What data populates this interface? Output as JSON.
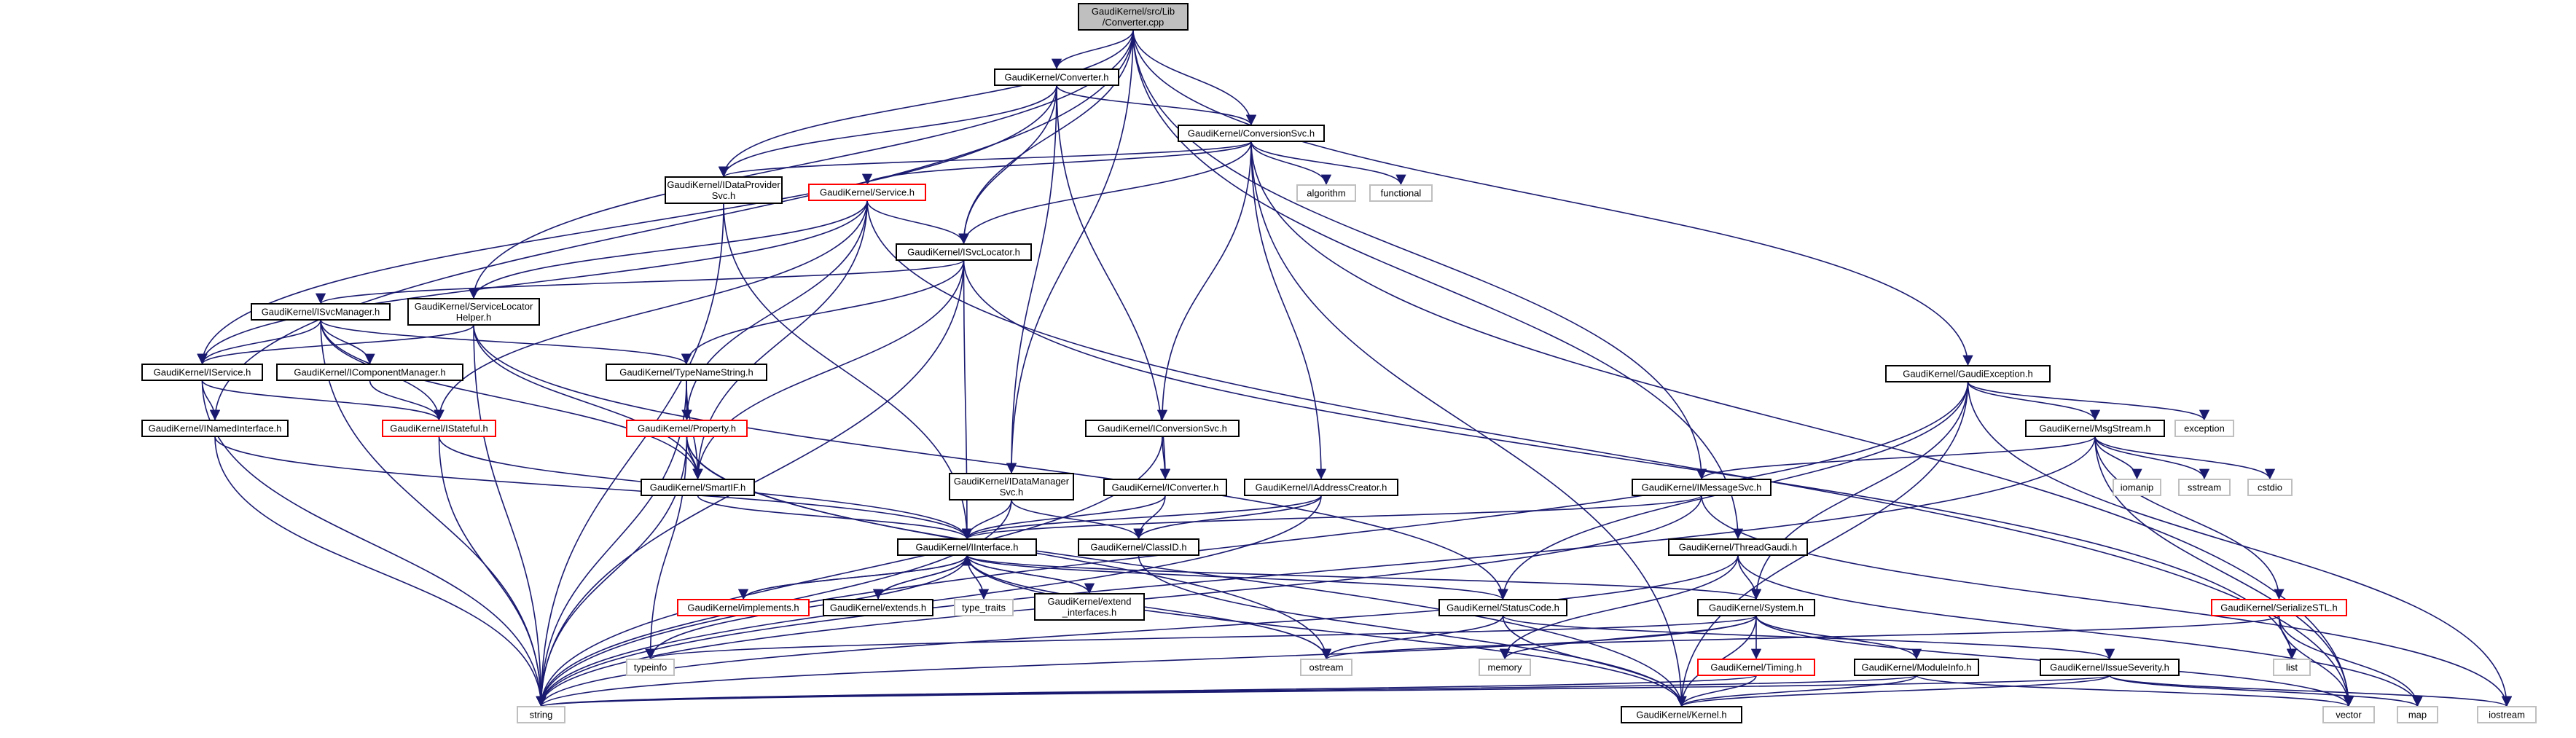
{
  "colors": {
    "edge": "#191970",
    "normal_border": "#000000",
    "red_border": "#ff0000",
    "external_border": "#bfbfbf",
    "external_text": "#000000",
    "root_fill": "#bfbfbf"
  },
  "nodes": [
    {
      "id": "root",
      "lines": [
        "GaudiKernel/src/Lib",
        "/Converter.cpp"
      ],
      "kind": "root"
    },
    {
      "id": "converter_h",
      "lines": [
        "GaudiKernel/Converter.h"
      ],
      "kind": "normal"
    },
    {
      "id": "conversionsvc_h",
      "lines": [
        "GaudiKernel/ConversionSvc.h"
      ],
      "kind": "normal"
    },
    {
      "id": "idataprovidersvc_h",
      "lines": [
        "GaudiKernel/IDataProvider",
        "Svc.h"
      ],
      "kind": "normal"
    },
    {
      "id": "service_h",
      "lines": [
        "GaudiKernel/Service.h"
      ],
      "kind": "red"
    },
    {
      "id": "algorithm",
      "lines": [
        "algorithm"
      ],
      "kind": "external"
    },
    {
      "id": "functional",
      "lines": [
        "functional"
      ],
      "kind": "external"
    },
    {
      "id": "isvclocator_h",
      "lines": [
        "GaudiKernel/ISvcLocator.h"
      ],
      "kind": "normal"
    },
    {
      "id": "isvcmanager_h",
      "lines": [
        "GaudiKernel/ISvcManager.h"
      ],
      "kind": "normal"
    },
    {
      "id": "servicelocatorhelper_h",
      "lines": [
        "GaudiKernel/ServiceLocator",
        "Helper.h"
      ],
      "kind": "normal"
    },
    {
      "id": "iservice_h",
      "lines": [
        "GaudiKernel/IService.h"
      ],
      "kind": "normal"
    },
    {
      "id": "icomponentmanager_h",
      "lines": [
        "GaudiKernel/IComponentManager.h"
      ],
      "kind": "normal"
    },
    {
      "id": "typenamestring_h",
      "lines": [
        "GaudiKernel/TypeNameString.h"
      ],
      "kind": "normal"
    },
    {
      "id": "inamedinterface_h",
      "lines": [
        "GaudiKernel/INamedInterface.h"
      ],
      "kind": "normal"
    },
    {
      "id": "istateful_h",
      "lines": [
        "GaudiKernel/IStateful.h"
      ],
      "kind": "red"
    },
    {
      "id": "property_h",
      "lines": [
        "GaudiKernel/Property.h"
      ],
      "kind": "red"
    },
    {
      "id": "smartif_h",
      "lines": [
        "GaudiKernel/SmartIF.h"
      ],
      "kind": "normal"
    },
    {
      "id": "iconversionsvc_h",
      "lines": [
        "GaudiKernel/IConversionSvc.h"
      ],
      "kind": "normal"
    },
    {
      "id": "idatamanagersvc_h",
      "lines": [
        "GaudiKernel/IDataManager",
        "Svc.h"
      ],
      "kind": "normal"
    },
    {
      "id": "iconverter_h",
      "lines": [
        "GaudiKernel/IConverter.h"
      ],
      "kind": "normal"
    },
    {
      "id": "iaddresscreator_h",
      "lines": [
        "GaudiKernel/IAddressCreator.h"
      ],
      "kind": "normal"
    },
    {
      "id": "imessagesvc_h",
      "lines": [
        "GaudiKernel/IMessageSvc.h"
      ],
      "kind": "normal"
    },
    {
      "id": "gaudiexception_h",
      "lines": [
        "GaudiKernel/GaudiException.h"
      ],
      "kind": "normal"
    },
    {
      "id": "msgstream_h",
      "lines": [
        "GaudiKernel/MsgStream.h"
      ],
      "kind": "normal"
    },
    {
      "id": "exception",
      "lines": [
        "exception"
      ],
      "kind": "external"
    },
    {
      "id": "iomanip",
      "lines": [
        "iomanip"
      ],
      "kind": "external"
    },
    {
      "id": "sstream",
      "lines": [
        "sstream"
      ],
      "kind": "external"
    },
    {
      "id": "cstdio",
      "lines": [
        "cstdio"
      ],
      "kind": "external"
    },
    {
      "id": "classid_h",
      "lines": [
        "GaudiKernel/ClassID.h"
      ],
      "kind": "normal"
    },
    {
      "id": "iinterface_h",
      "lines": [
        "GaudiKernel/IInterface.h"
      ],
      "kind": "normal"
    },
    {
      "id": "threadgaudi_h",
      "lines": [
        "GaudiKernel/ThreadGaudi.h"
      ],
      "kind": "normal"
    },
    {
      "id": "implements_h",
      "lines": [
        "GaudiKernel/implements.h"
      ],
      "kind": "red"
    },
    {
      "id": "extends_h",
      "lines": [
        "GaudiKernel/extends.h"
      ],
      "kind": "normal"
    },
    {
      "id": "type_traits",
      "lines": [
        "type_traits"
      ],
      "kind": "external"
    },
    {
      "id": "extend_interfaces_h",
      "lines": [
        "GaudiKernel/extend",
        "_interfaces.h"
      ],
      "kind": "normal"
    },
    {
      "id": "statuscode_h",
      "lines": [
        "GaudiKernel/StatusCode.h"
      ],
      "kind": "normal"
    },
    {
      "id": "system_h",
      "lines": [
        "GaudiKernel/System.h"
      ],
      "kind": "normal"
    },
    {
      "id": "serializestl_h",
      "lines": [
        "GaudiKernel/SerializeSTL.h"
      ],
      "kind": "red"
    },
    {
      "id": "typeinfo",
      "lines": [
        "typeinfo"
      ],
      "kind": "external"
    },
    {
      "id": "ostream",
      "lines": [
        "ostream"
      ],
      "kind": "external"
    },
    {
      "id": "memory",
      "lines": [
        "memory"
      ],
      "kind": "external"
    },
    {
      "id": "timing_h",
      "lines": [
        "GaudiKernel/Timing.h"
      ],
      "kind": "red"
    },
    {
      "id": "moduleinfo_h",
      "lines": [
        "GaudiKernel/ModuleInfo.h"
      ],
      "kind": "normal"
    },
    {
      "id": "issueseverity_h",
      "lines": [
        "GaudiKernel/IssueSeverity.h"
      ],
      "kind": "normal"
    },
    {
      "id": "list",
      "lines": [
        "list"
      ],
      "kind": "external"
    },
    {
      "id": "vector",
      "lines": [
        "vector"
      ],
      "kind": "external"
    },
    {
      "id": "map",
      "lines": [
        "map"
      ],
      "kind": "external"
    },
    {
      "id": "iostream",
      "lines": [
        "iostream"
      ],
      "kind": "external"
    },
    {
      "id": "string",
      "lines": [
        "string"
      ],
      "kind": "external"
    },
    {
      "id": "kernel_h",
      "lines": [
        "GaudiKernel/Kernel.h"
      ],
      "kind": "normal"
    }
  ],
  "edges": [
    [
      "root",
      "converter_h"
    ],
    [
      "root",
      "conversionsvc_h"
    ],
    [
      "root",
      "idataprovidersvc_h"
    ],
    [
      "root",
      "isvclocator_h"
    ],
    [
      "root",
      "servicelocatorhelper_h"
    ],
    [
      "root",
      "inamedinterface_h"
    ],
    [
      "root",
      "imessagesvc_h"
    ],
    [
      "root",
      "gaudiexception_h"
    ],
    [
      "root",
      "threadgaudi_h"
    ],
    [
      "root",
      "idatamanagersvc_h"
    ],
    [
      "converter_h",
      "conversionsvc_h"
    ],
    [
      "converter_h",
      "idataprovidersvc_h"
    ],
    [
      "converter_h",
      "isvclocator_h"
    ],
    [
      "converter_h",
      "iservice_h"
    ],
    [
      "converter_h",
      "idatamanagersvc_h"
    ],
    [
      "converter_h",
      "iconverter_h"
    ],
    [
      "conversionsvc_h",
      "service_h"
    ],
    [
      "conversionsvc_h",
      "idataprovidersvc_h"
    ],
    [
      "conversionsvc_h",
      "algorithm"
    ],
    [
      "conversionsvc_h",
      "functional"
    ],
    [
      "conversionsvc_h",
      "iconversionsvc_h"
    ],
    [
      "conversionsvc_h",
      "iaddresscreator_h"
    ],
    [
      "conversionsvc_h",
      "kernel_h"
    ],
    [
      "conversionsvc_h",
      "vector"
    ],
    [
      "conversionsvc_h",
      "isvclocator_h"
    ],
    [
      "idataprovidersvc_h",
      "iinterface_h"
    ],
    [
      "idataprovidersvc_h",
      "string"
    ],
    [
      "service_h",
      "isvclocator_h"
    ],
    [
      "service_h",
      "servicelocatorhelper_h"
    ],
    [
      "service_h",
      "iservice_h"
    ],
    [
      "service_h",
      "property_h"
    ],
    [
      "service_h",
      "smartif_h"
    ],
    [
      "service_h",
      "istateful_h"
    ],
    [
      "service_h",
      "vector"
    ],
    [
      "isvclocator_h",
      "isvcmanager_h"
    ],
    [
      "isvclocator_h",
      "typenamestring_h"
    ],
    [
      "isvclocator_h",
      "smartif_h"
    ],
    [
      "isvclocator_h",
      "iinterface_h"
    ],
    [
      "isvclocator_h",
      "string"
    ],
    [
      "isvclocator_h",
      "list"
    ],
    [
      "isvcmanager_h",
      "iservice_h"
    ],
    [
      "isvcmanager_h",
      "icomponentmanager_h"
    ],
    [
      "isvcmanager_h",
      "istateful_h"
    ],
    [
      "isvcmanager_h",
      "typenamestring_h"
    ],
    [
      "isvcmanager_h",
      "string"
    ],
    [
      "isvcmanager_h",
      "smartif_h"
    ],
    [
      "servicelocatorhelper_h",
      "iservice_h"
    ],
    [
      "servicelocatorhelper_h",
      "smartif_h"
    ],
    [
      "servicelocatorhelper_h",
      "string"
    ],
    [
      "servicelocatorhelper_h",
      "statuscode_h"
    ],
    [
      "iservice_h",
      "inamedinterface_h"
    ],
    [
      "iservice_h",
      "istateful_h"
    ],
    [
      "iservice_h",
      "string"
    ],
    [
      "icomponentmanager_h",
      "istateful_h"
    ],
    [
      "typenamestring_h",
      "property_h"
    ],
    [
      "typenamestring_h",
      "string"
    ],
    [
      "typenamestring_h",
      "smartif_h"
    ],
    [
      "inamedinterface_h",
      "iinterface_h"
    ],
    [
      "inamedinterface_h",
      "string"
    ],
    [
      "istateful_h",
      "iinterface_h"
    ],
    [
      "istateful_h",
      "string"
    ],
    [
      "property_h",
      "smartif_h"
    ],
    [
      "property_h",
      "string"
    ],
    [
      "property_h",
      "typeinfo"
    ],
    [
      "property_h",
      "kernel_h"
    ],
    [
      "property_h",
      "ostream"
    ],
    [
      "smartif_h",
      "iinterface_h"
    ],
    [
      "iconversionsvc_h",
      "iconverter_h"
    ],
    [
      "iconversionsvc_h",
      "string"
    ],
    [
      "idatamanagersvc_h",
      "iinterface_h"
    ],
    [
      "idatamanagersvc_h",
      "classid_h"
    ],
    [
      "idatamanagersvc_h",
      "string"
    ],
    [
      "iconverter_h",
      "iinterface_h"
    ],
    [
      "iconverter_h",
      "classid_h"
    ],
    [
      "iaddresscreator_h",
      "iinterface_h"
    ],
    [
      "iaddresscreator_h",
      "classid_h"
    ],
    [
      "iaddresscreator_h",
      "string"
    ],
    [
      "imessagesvc_h",
      "iinterface_h"
    ],
    [
      "imessagesvc_h",
      "string"
    ],
    [
      "imessagesvc_h",
      "iostream"
    ],
    [
      "gaudiexception_h",
      "msgstream_h"
    ],
    [
      "gaudiexception_h",
      "system_h"
    ],
    [
      "gaudiexception_h",
      "statuscode_h"
    ],
    [
      "gaudiexception_h",
      "exception"
    ],
    [
      "gaudiexception_h",
      "kernel_h"
    ],
    [
      "gaudiexception_h",
      "string"
    ],
    [
      "gaudiexception_h",
      "iostream"
    ],
    [
      "msgstream_h",
      "imessagesvc_h"
    ],
    [
      "msgstream_h",
      "serializestl_h"
    ],
    [
      "msgstream_h",
      "iomanip"
    ],
    [
      "msgstream_h",
      "sstream"
    ],
    [
      "msgstream_h",
      "cstdio"
    ],
    [
      "msgstream_h",
      "string"
    ],
    [
      "msgstream_h",
      "vector"
    ],
    [
      "classid_h",
      "kernel_h"
    ],
    [
      "iinterface_h",
      "implements_h"
    ],
    [
      "iinterface_h",
      "extends_h"
    ],
    [
      "iinterface_h",
      "type_traits"
    ],
    [
      "iinterface_h",
      "extend_interfaces_h"
    ],
    [
      "iinterface_h",
      "statuscode_h"
    ],
    [
      "iinterface_h",
      "system_h"
    ],
    [
      "iinterface_h",
      "typeinfo"
    ],
    [
      "iinterface_h",
      "ostream"
    ],
    [
      "iinterface_h",
      "kernel_h"
    ],
    [
      "implements_h",
      "iinterface_h"
    ],
    [
      "extends_h",
      "iinterface_h"
    ],
    [
      "extend_interfaces_h",
      "iinterface_h"
    ],
    [
      "threadgaudi_h",
      "system_h"
    ],
    [
      "threadgaudi_h",
      "memory"
    ],
    [
      "threadgaudi_h",
      "map"
    ],
    [
      "threadgaudi_h",
      "string"
    ],
    [
      "statuscode_h",
      "issueseverity_h"
    ],
    [
      "statuscode_h",
      "ostream"
    ],
    [
      "statuscode_h",
      "kernel_h"
    ],
    [
      "system_h",
      "timing_h"
    ],
    [
      "system_h",
      "moduleinfo_h"
    ],
    [
      "system_h",
      "kernel_h"
    ],
    [
      "system_h",
      "typeinfo"
    ],
    [
      "system_h",
      "memory"
    ],
    [
      "system_h",
      "string"
    ],
    [
      "system_h",
      "vector"
    ],
    [
      "serializestl_h",
      "ostream"
    ],
    [
      "serializestl_h",
      "list"
    ],
    [
      "serializestl_h",
      "vector"
    ],
    [
      "serializestl_h",
      "map"
    ],
    [
      "timing_h",
      "kernel_h"
    ],
    [
      "timing_h",
      "string"
    ],
    [
      "moduleinfo_h",
      "kernel_h"
    ],
    [
      "moduleinfo_h",
      "string"
    ],
    [
      "moduleinfo_h",
      "vector"
    ],
    [
      "issueseverity_h",
      "kernel_h"
    ],
    [
      "issueseverity_h",
      "string"
    ],
    [
      "issueseverity_h",
      "map"
    ],
    [
      "issueseverity_h",
      "iostream"
    ]
  ]
}
